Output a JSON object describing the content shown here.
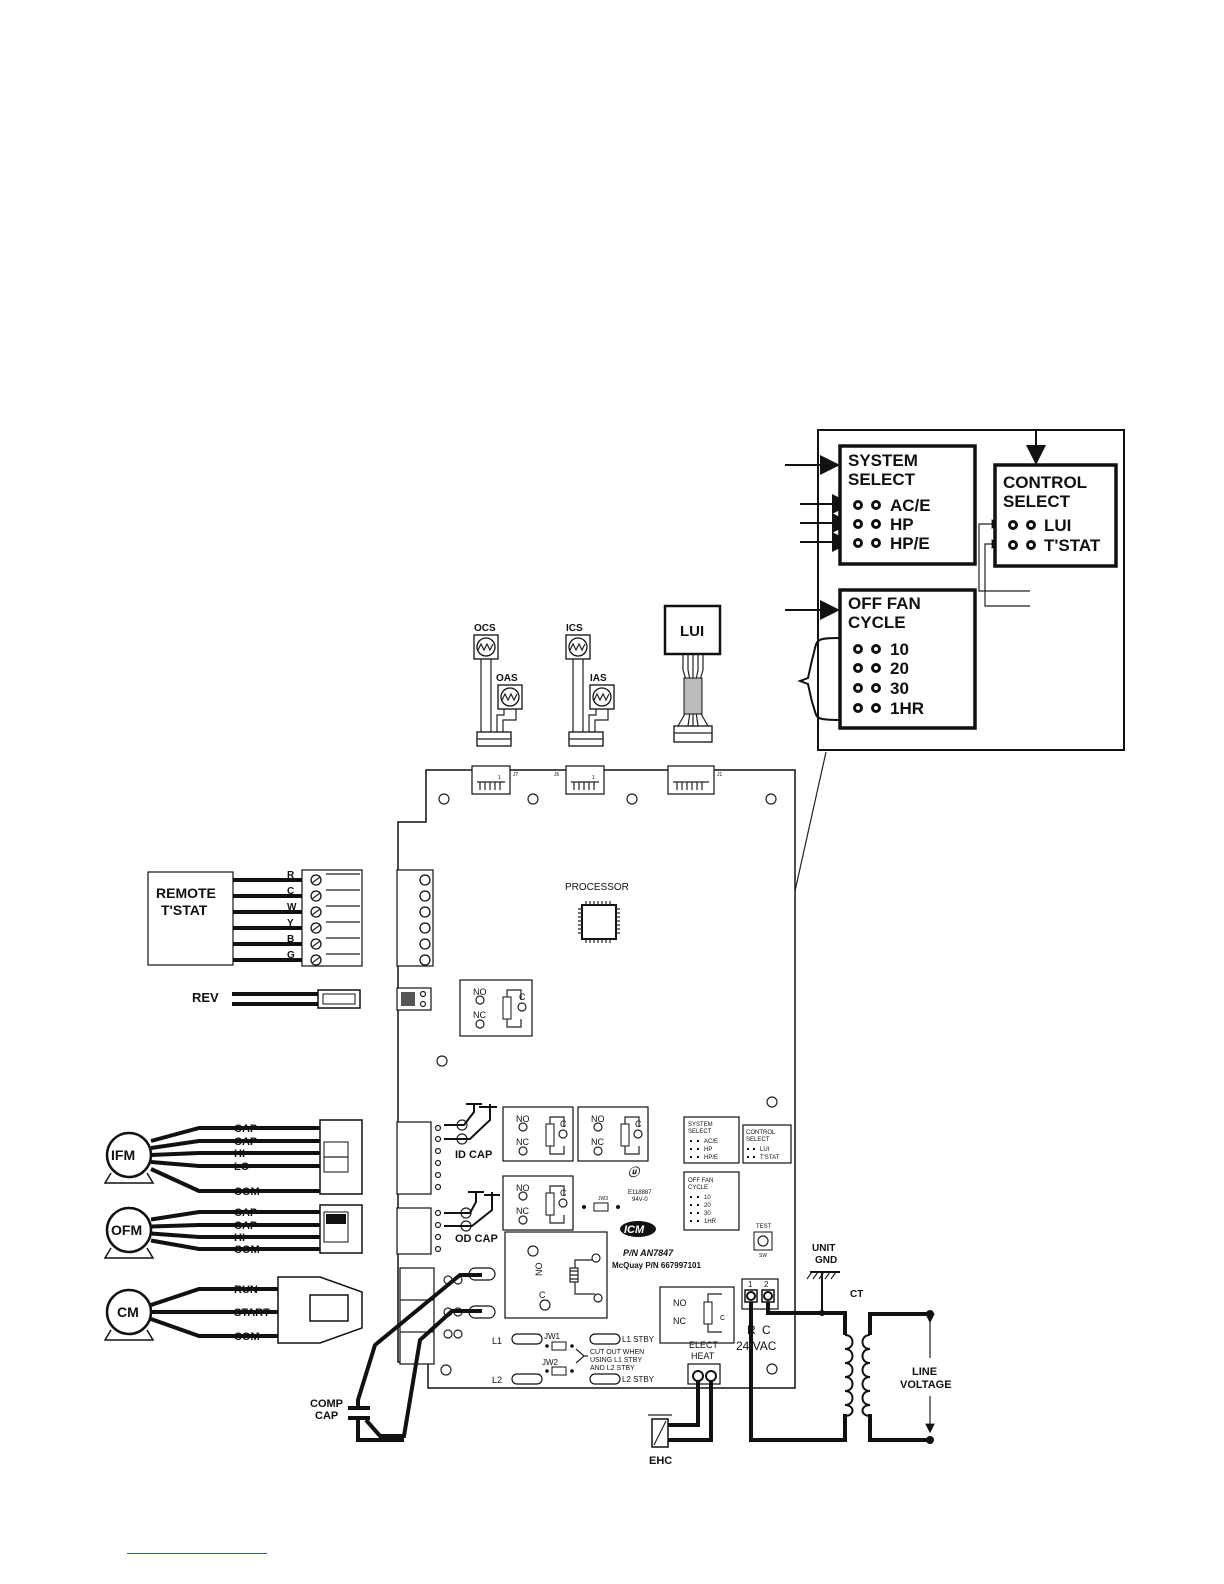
{
  "callout": {
    "system_select": {
      "title_1": "SYSTEM",
      "title_2": "SELECT",
      "options": [
        "AC/E",
        "HP",
        "HP/E"
      ]
    },
    "control_select": {
      "title_1": "CONTROL",
      "title_2": "SELECT",
      "options": [
        "LUI",
        "T'STAT"
      ]
    },
    "off_fan_cycle": {
      "title_1": "OFF FAN",
      "title_2": "CYCLE",
      "options": [
        "10",
        "20",
        "30",
        "1HR"
      ]
    }
  },
  "sensors": {
    "ocs": "OCS",
    "oas": "OAS",
    "ics": "ICS",
    "ias": "IAS",
    "lui": "LUI"
  },
  "board": {
    "processor": "PROCESSOR",
    "connectors": {
      "j7": "J7",
      "j6": "J6",
      "j1": "J1",
      "pin1": "1"
    },
    "relay": {
      "no": "NO",
      "nc": "NC",
      "c": "C"
    },
    "id_cap": "ID CAP",
    "od_cap": "OD CAP",
    "part_number": "P/N AN7847",
    "mcquay_part_number": "McQuay P/N 667997101",
    "ul_mark": "E118887",
    "ul_sub": "94V-0",
    "jw3": "JW3",
    "test": "TEST",
    "test_sub": "SW",
    "terminals": {
      "one": "1",
      "two": "2",
      "r": "R",
      "c": "C",
      "vac": "24 VAC"
    },
    "jumpers": {
      "l1": "L1",
      "l2": "L2",
      "jw1": "JW1",
      "jw2": "JW2",
      "l1_stby": "L1 STBY",
      "l2_stby": "L2 STBY",
      "note_1": "CUT OUT WHEN",
      "note_2": "USING L1 STBY",
      "note_3": "AND L2 STBY"
    },
    "elect_heat_1": "ELECT",
    "elect_heat_2": "HEAT",
    "mini_system": {
      "t1": "SYSTEM",
      "t2": "SELECT",
      "opts": [
        "AC/E",
        "HP",
        "HP/E"
      ]
    },
    "mini_control": {
      "t1": "CONTROL",
      "t2": "SELECT",
      "opts": [
        "LUI",
        "T'STAT"
      ]
    },
    "mini_fan": {
      "t1": "OFF FAN",
      "t2": "CYCLE",
      "opts": [
        "10",
        "20",
        "30",
        "1HR"
      ]
    }
  },
  "remote_tstat": {
    "line_1": "REMOTE",
    "line_2": "T'STAT",
    "terminals": [
      "R",
      "C",
      "W",
      "Y",
      "B",
      "G"
    ]
  },
  "rev": "REV",
  "ifm": {
    "name": "IFM",
    "wires": [
      "CAP",
      "CAP",
      "HI",
      "LO",
      "COM"
    ]
  },
  "ofm": {
    "name": "OFM",
    "wires": [
      "CAP",
      "CAP",
      "HI",
      "COM"
    ]
  },
  "cm": {
    "name": "CM",
    "wires": [
      "RUN",
      "START",
      "COM"
    ]
  },
  "comp_cap_1": "COMP",
  "comp_cap_2": "CAP",
  "ehc": "EHC",
  "unit_gnd_1": "UNIT",
  "unit_gnd_2": "GND",
  "ct": "CT",
  "line_voltage_1": "LINE",
  "line_voltage_2": "VOLTAGE"
}
